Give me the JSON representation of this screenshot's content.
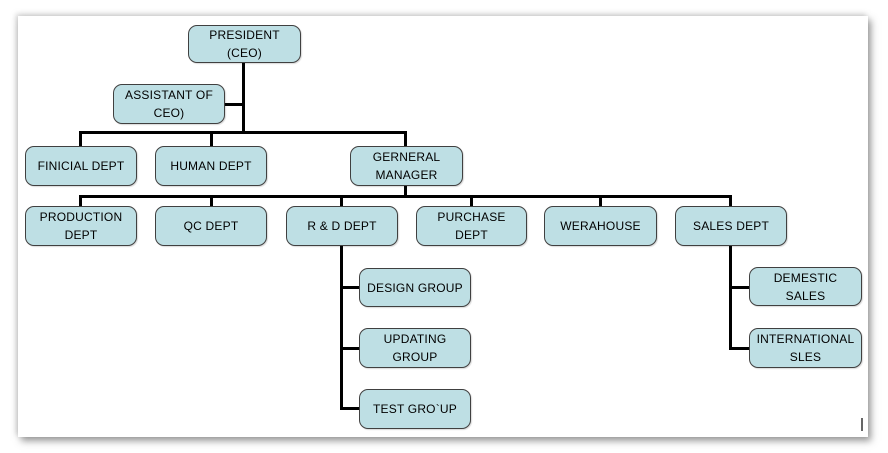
{
  "org_chart": {
    "colors": {
      "page_bg": "#ffffff",
      "node_fill": "#bedfe4",
      "node_border": "#404040",
      "connector": "#000000",
      "cursor_color": "#666666"
    },
    "nodes": {
      "president": {
        "label": "PRESIDENT\n(CEO)",
        "parent": null
      },
      "assistant": {
        "label": "ASSISTANT OF\nCEO)",
        "parent": "president"
      },
      "finicial": {
        "label": "FINICIAL DEPT",
        "parent": "president"
      },
      "human": {
        "label": "HUMAN DEPT",
        "parent": "president"
      },
      "gerneral": {
        "label": "GERNERAL\nMANAGER",
        "parent": "president"
      },
      "production": {
        "label": "PRODUCTION\nDEPT",
        "parent": "gerneral"
      },
      "qc": {
        "label": "QC DEPT",
        "parent": "gerneral"
      },
      "rd": {
        "label": "R & D DEPT",
        "parent": "gerneral"
      },
      "purchase": {
        "label": "PURCHASE\nDEPT",
        "parent": "gerneral"
      },
      "werahouse": {
        "label": "WERAHOUSE",
        "parent": "gerneral"
      },
      "sales": {
        "label": "SALES DEPT",
        "parent": "gerneral"
      },
      "design": {
        "label": "DESIGN GROUP",
        "parent": "rd"
      },
      "updating": {
        "label": "UPDATING\nGROUP",
        "parent": "rd"
      },
      "test": {
        "label": "TEST GRO`UP",
        "parent": "rd"
      },
      "demestic": {
        "label": "DEMESTIC\nSALES",
        "parent": "sales"
      },
      "international": {
        "label": "INTERNATIONAL\nSLES",
        "parent": "sales"
      }
    }
  }
}
